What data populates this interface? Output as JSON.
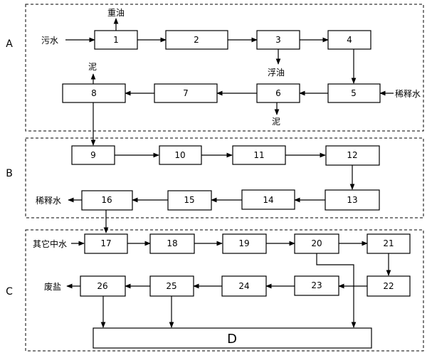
{
  "sections": {
    "a": "A",
    "b": "B",
    "c": "C"
  },
  "nodes": {
    "n1": "1",
    "n2": "2",
    "n3": "3",
    "n4": "4",
    "n5": "5",
    "n6": "6",
    "n7": "7",
    "n8": "8",
    "n9": "9",
    "n10": "10",
    "n11": "11",
    "n12": "12",
    "n13": "13",
    "n14": "14",
    "n15": "15",
    "n16": "16",
    "n17": "17",
    "n18": "18",
    "n19": "19",
    "n20": "20",
    "n21": "21",
    "n22": "22",
    "n23": "23",
    "n24": "24",
    "n25": "25",
    "n26": "26",
    "d": "D"
  },
  "streams": {
    "wastewater": "污水",
    "heavy_oil": "重油",
    "floating_oil": "浮油",
    "diluting_water_in": "稀释水",
    "sludge_6": "泥",
    "sludge_8": "泥",
    "diluting_water_out": "稀释水",
    "other_reclaimed_water": "其它中水",
    "waste_salt": "废盐"
  }
}
